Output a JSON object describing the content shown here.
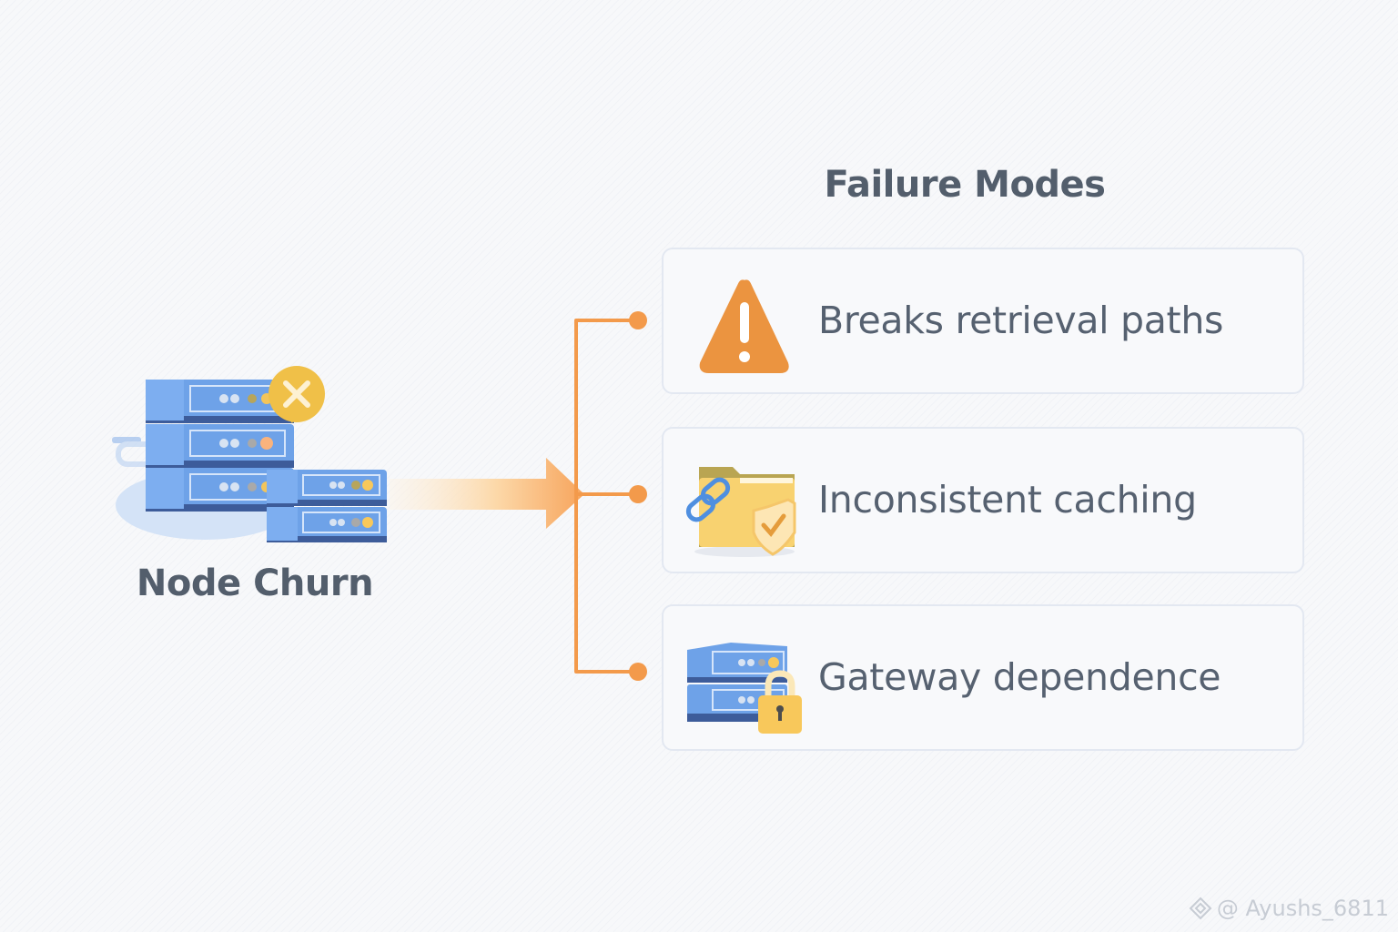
{
  "diagram": {
    "title": "Failure Modes",
    "source": {
      "label": "Node Churn",
      "icon": "server-stack-with-x-icon"
    },
    "connector": {
      "arrow_color_start": "#fde9cf",
      "arrow_color_end": "#f7a45c",
      "line_color": "#f39a4b"
    },
    "failure_modes": [
      {
        "label": "Breaks retrieval paths",
        "icon": "warning-triangle-icon",
        "icon_color": "#eb9440"
      },
      {
        "label": "Inconsistent caching",
        "icon": "folder-chain-shield-icon",
        "icon_color": "#f8d270"
      },
      {
        "label": "Gateway dependence",
        "icon": "server-lock-icon",
        "icon_color": "#6ea2e8"
      }
    ]
  },
  "watermark": {
    "text": "@ Ayushs_6811",
    "icon": "diamond-logo-icon"
  },
  "colors": {
    "background": "#f7f8fa",
    "text": "#535e6c",
    "card_border": "#e3e8f1",
    "server_blue": "#6ea2e8",
    "server_dark": "#3d5c9a",
    "accent_orange": "#f39a4b",
    "badge_yellow": "#f0c048"
  }
}
